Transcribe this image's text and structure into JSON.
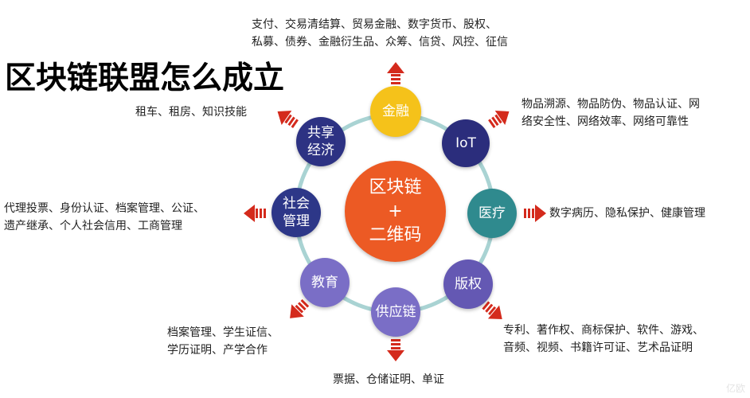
{
  "title": "区块链联盟怎么成立",
  "center": {
    "line1": "区块链",
    "line2": "+",
    "line3": "二维码",
    "color": "#ec5a24"
  },
  "nodes": [
    {
      "label": "金融",
      "color": "#f5c21a"
    },
    {
      "label": "IoT",
      "color": "#2b2d7c"
    },
    {
      "label": "医疗",
      "color": "#2f8a8e"
    },
    {
      "label": "版权",
      "color": "#6458b3"
    },
    {
      "label": "供应链",
      "color": "#7a6ec6"
    },
    {
      "label": "教育",
      "color": "#7a6ec6"
    },
    {
      "label": "社会管理",
      "color": "#2d3788"
    },
    {
      "label": "共享经济",
      "color": "#2d3283"
    }
  ],
  "descriptions": {
    "finance": [
      "支付、交易清结算、贸易金融、数字货币、股权、",
      "私募、债券、金融衍生品、众筹、信贷、风控、征信"
    ],
    "iot": [
      "物品溯源、物品防伪、物品认证、网",
      "络安全性、网络效率、网络可靠性"
    ],
    "medical": [
      "数字病历、隐私保护、健康管理"
    ],
    "copyright": [
      "专利、著作权、商标保护、软件、游戏、",
      "音频、视频、书籍许可证、艺术品证明"
    ],
    "supply_chain": [
      "票据、仓储证明、单证"
    ],
    "education": [
      "档案管理、学生证信、",
      "学历证明、产学合作"
    ],
    "social": [
      "代理投票、身份认证、档案管理、公证、",
      "遗产继承、个人社会信用、工商管理"
    ],
    "sharing": [
      "租车、租房、知识技能"
    ]
  },
  "ring_color": "#a9d3d3",
  "arrow_color": "#d42a1c",
  "watermark": "亿欧"
}
